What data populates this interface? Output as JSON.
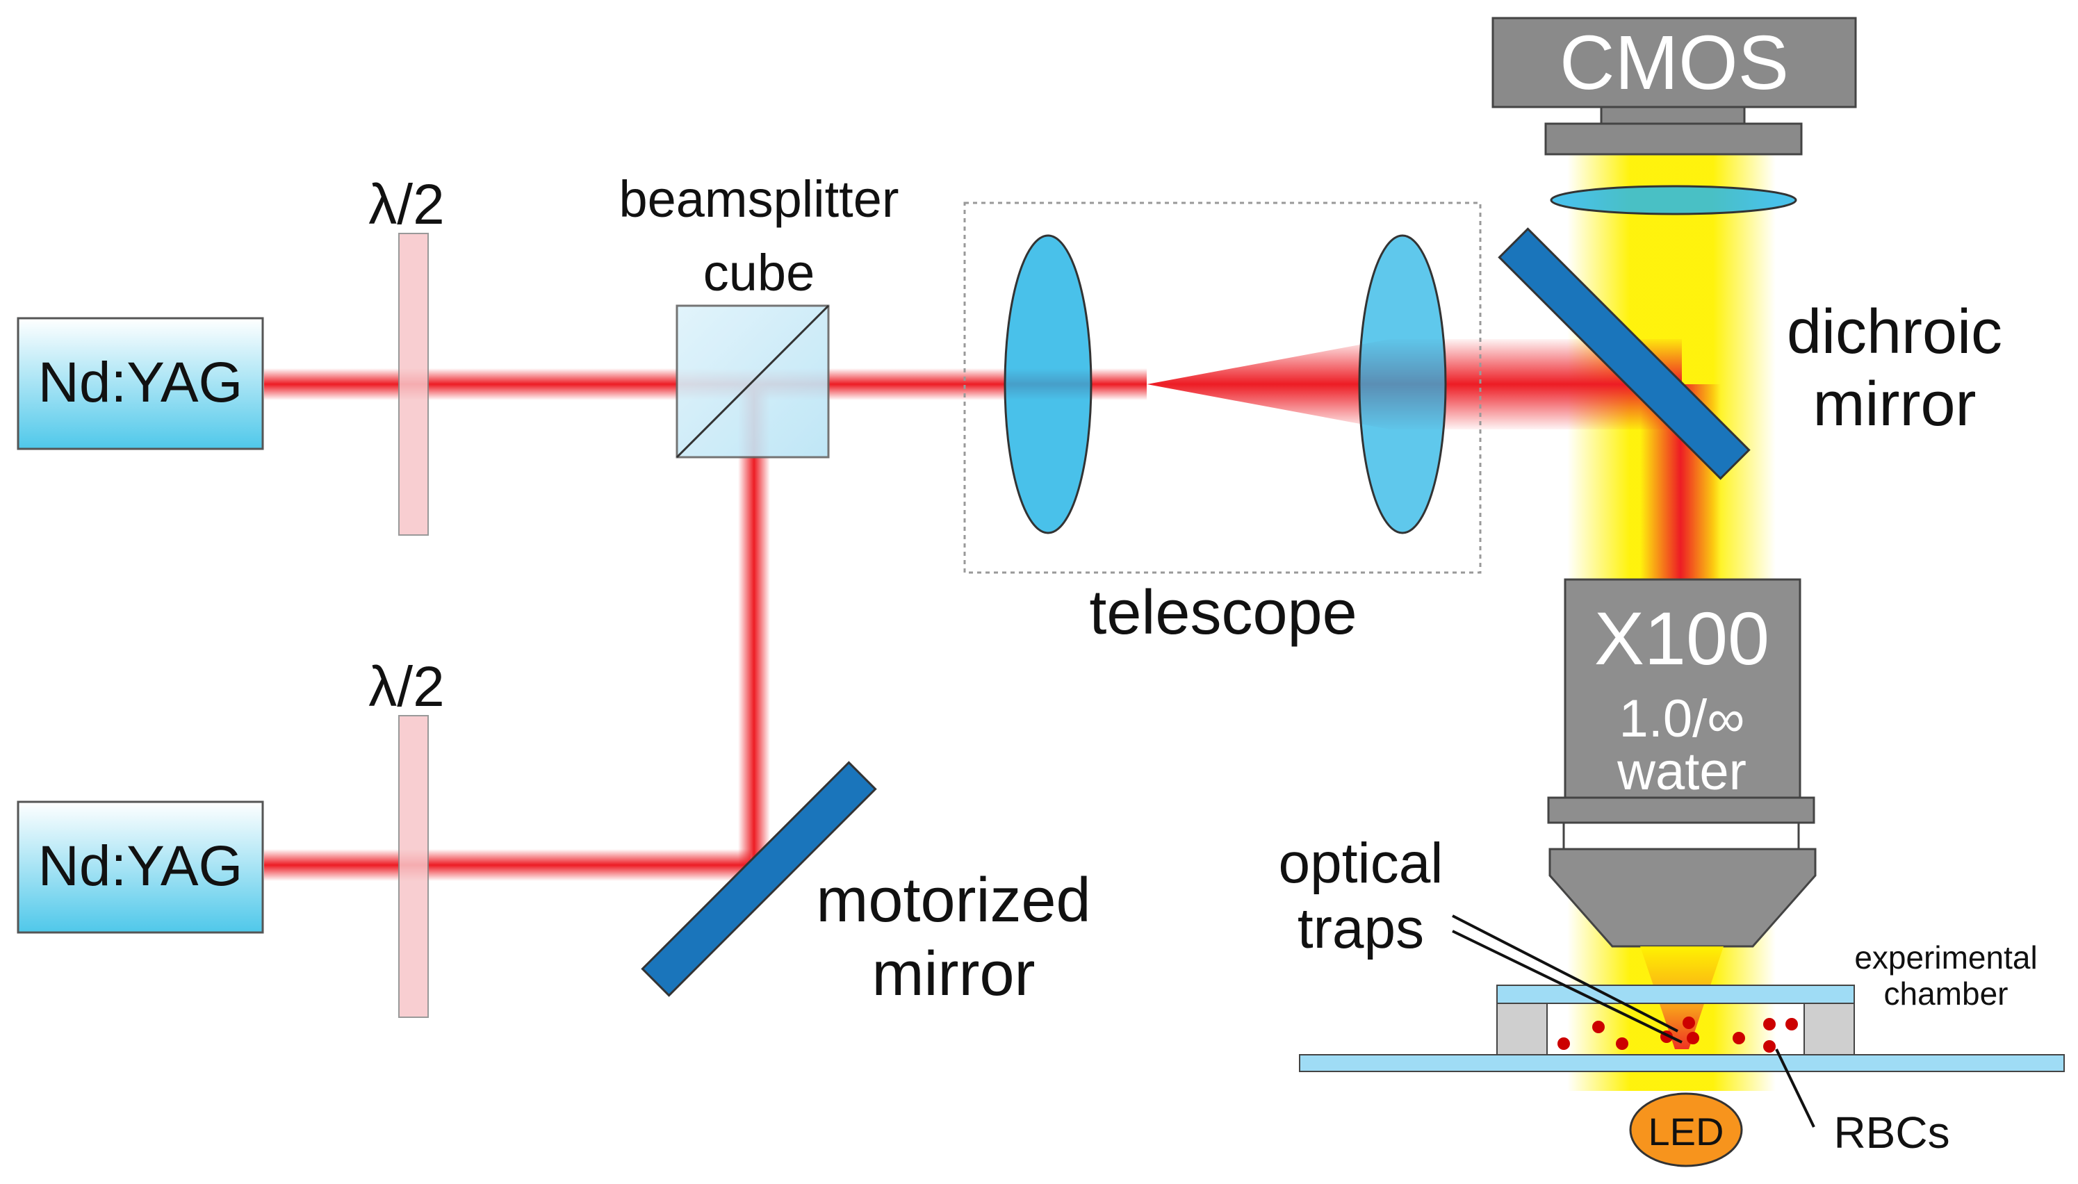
{
  "labels": {
    "laser_top": "Nd:YAG",
    "laser_bottom": "Nd:YAG",
    "waveplate_top": "λ/2",
    "waveplate_bottom": "λ/2",
    "beamsplitter_line1": "beamsplitter",
    "beamsplitter_line2": "cube",
    "telescope": "telescope",
    "camera": "CMOS",
    "dichroic_line1": "dichroic",
    "dichroic_line2": "mirror",
    "motorized_line1": "motorized",
    "motorized_line2": "mirror",
    "objective_mag": "X100",
    "objective_na": "1.0/∞",
    "objective_medium": "water",
    "traps_line1": "optical",
    "traps_line2": "traps",
    "chamber_line1": "experimental",
    "chamber_line2": "chamber",
    "rbcs": "RBCs",
    "led": "LED"
  },
  "colors": {
    "laser_beam": "#ed1c24",
    "laser_box_top": "#ffffff",
    "laser_box_bottom": "#4fc8ea",
    "lens": "#29b6e6",
    "mirror": "#1a75bb",
    "waveplate": "#f7c6c9",
    "camera_body": "#8a8a8a",
    "objective": "#8e8e8e",
    "illumination": "#fff200",
    "led": "#f7941d",
    "rbc": "#cc0000",
    "chamber_glass": "#9fdcf5"
  }
}
